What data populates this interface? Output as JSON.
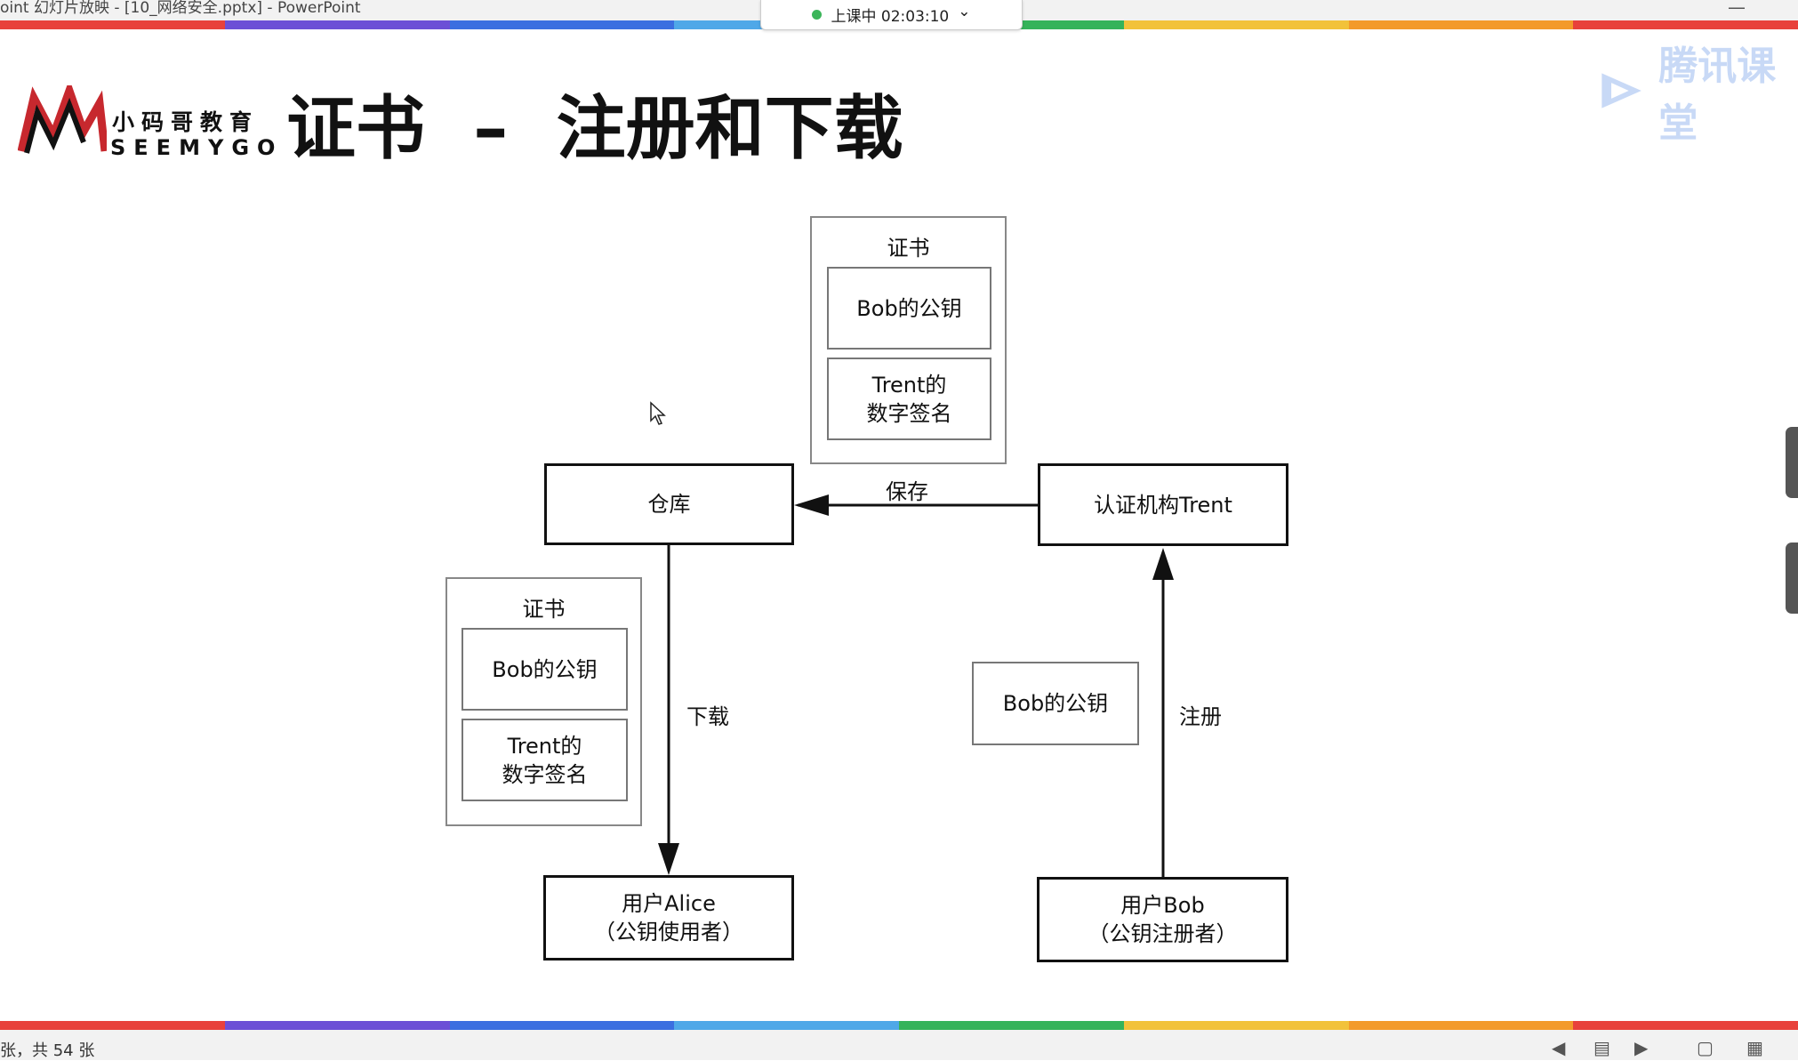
{
  "window": {
    "title": "oint 幻灯片放映 - [10_网络安全.pptx] - PowerPoint",
    "minimize_glyph": "—"
  },
  "live": {
    "text": "上课中 02:03:10",
    "chevron": "⌄",
    "dot_color": "#3cb55a"
  },
  "brand": {
    "cn": "小码哥教育",
    "en": "SEEMYGO",
    "logo_color": "#c7282e"
  },
  "slide": {
    "title": "证书  –  注册和下载"
  },
  "watermark": {
    "text": "腾讯课堂"
  },
  "diagram": {
    "cert_top": {
      "title": "证书",
      "pubkey": "Bob的公钥",
      "signature": "Trent的\n数字签名"
    },
    "cert_left": {
      "title": "证书",
      "pubkey": "Bob的公钥",
      "signature": "Trent的\n数字签名"
    },
    "warehouse": "仓库",
    "ca": "认证机构Trent",
    "alice": "用户Alice\n（公钥使用者）",
    "bob": "用户Bob\n（公钥注册者）",
    "bob_key": "Bob的公钥",
    "edge_save": "保存",
    "edge_download": "下载",
    "edge_register": "注册"
  },
  "statusbar": {
    "text": "张，共 54 张"
  },
  "colors": {
    "rainbow": [
      "#e8413b",
      "#6c4fd6",
      "#3b6fe0",
      "#4fa8e8",
      "#35b35a",
      "#f2c23a",
      "#f39a2a",
      "#e8413b"
    ]
  }
}
